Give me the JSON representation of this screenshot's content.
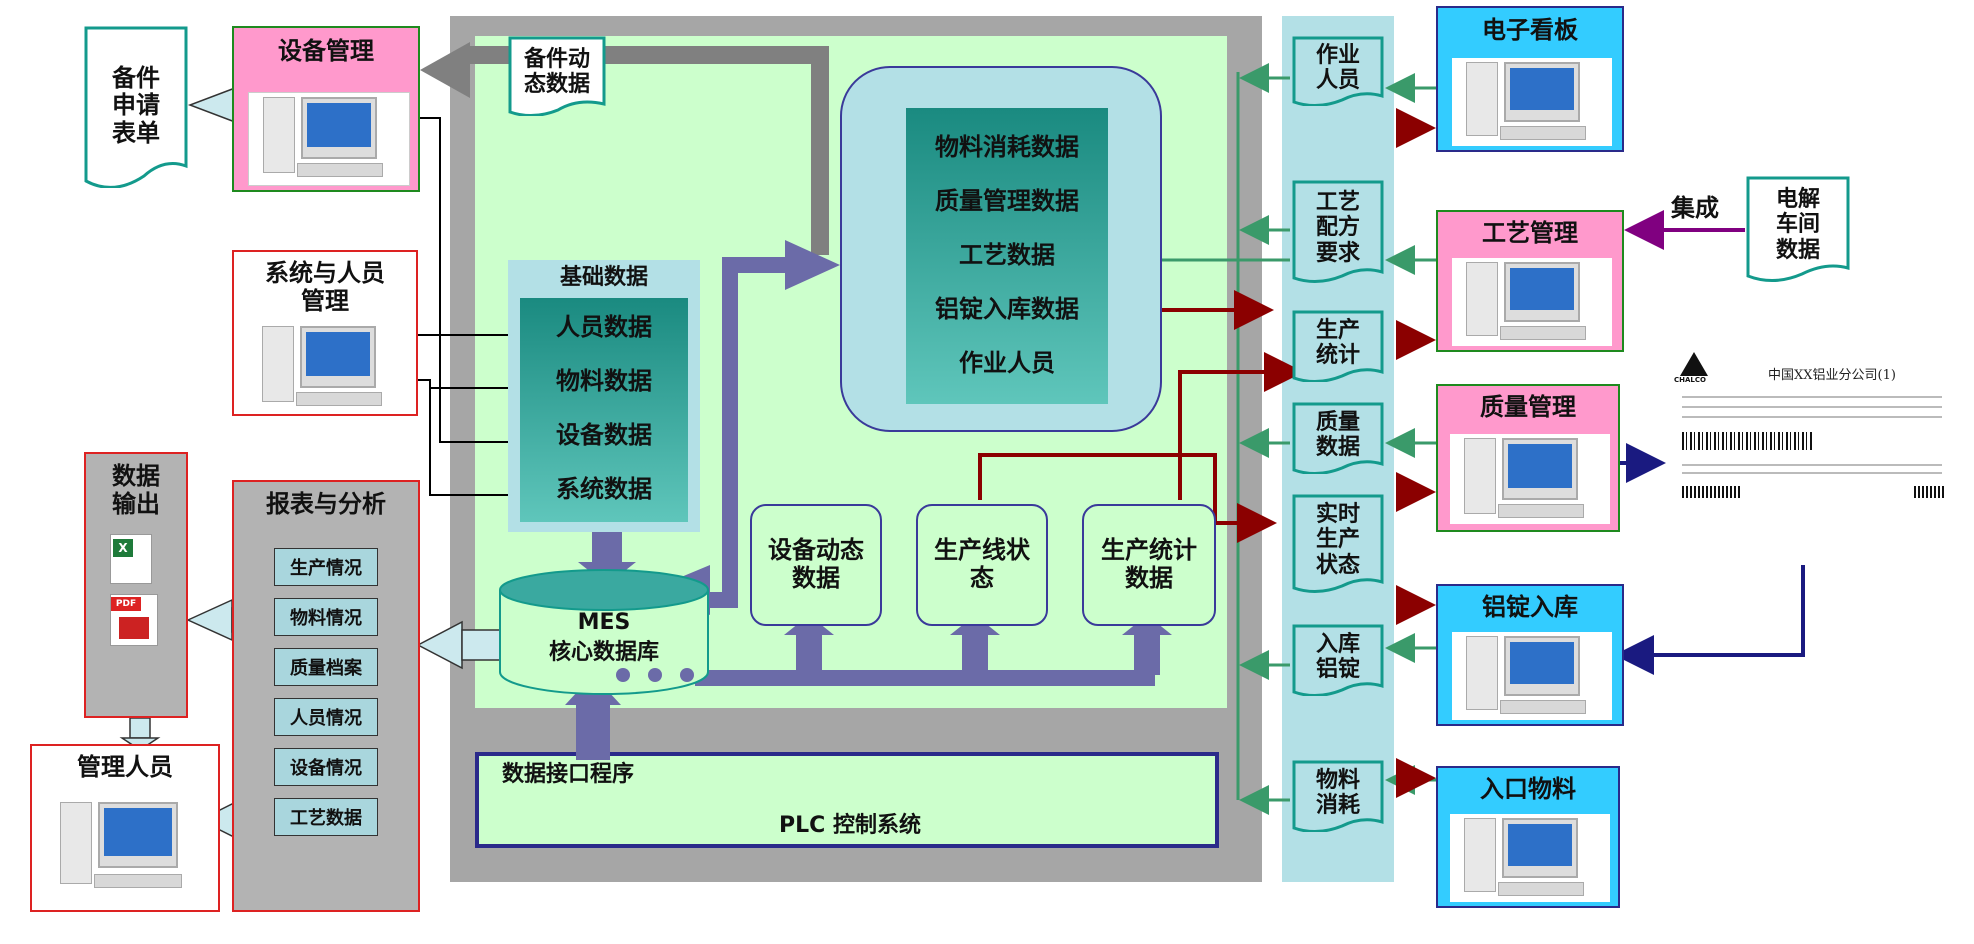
{
  "left": {
    "spare_form": "备件申请表单",
    "equipment_mgmt": "设备管理",
    "system_personnel": "系统与人员管理",
    "data_output": "数据输出",
    "managers": "管理人员",
    "report_title": "报表与分析",
    "report_items": [
      "生产情况",
      "物料情况",
      "质量档案",
      "人员情况",
      "设备情况",
      "工艺数据"
    ]
  },
  "center": {
    "spare_dynamic": "备件动态数据",
    "base_title": "基础数据",
    "base_items": [
      "人员数据",
      "物料数据",
      "设备数据",
      "系统数据"
    ],
    "core_items": [
      "物料消耗数据",
      "质量管理数据",
      "工艺数据",
      "铝锭入库数据",
      "作业人员"
    ],
    "db_line1": "MES",
    "db_line2": "核心数据库",
    "dyn_equipment": "设备动态数据",
    "line_status": "生产线状态",
    "prod_stats": "生产统计数据",
    "interface": "数据接口程序",
    "plc": "PLC 控制系统"
  },
  "bus": {
    "items": [
      "作业人员",
      "工艺配方要求",
      "生产统计",
      "质量数据",
      "实时生产状态",
      "入库铝锭",
      "物料消耗"
    ]
  },
  "right": {
    "kanban": "电子看板",
    "process_mgmt": "工艺管理",
    "quality_mgmt": "质量管理",
    "ingot_storage": "铝锭入库",
    "inlet_material": "入口物料",
    "integration": "集成",
    "electrolysis": "电解车间数据",
    "label_company": "中国XX铝业分公司(1)",
    "label_brand": "CHALCO"
  },
  "colors": {
    "frame_gray": "#a6a6a6",
    "inner_green": "#ccffcc",
    "teal": "#3aa9a0",
    "purple_arrow": "#6b6ba8",
    "bus_blue": "#b3e0e6",
    "pink": "#ff99cc",
    "cyan": "#33ccff",
    "dark_red": "#8b0000",
    "green_arrow": "#3a9a6a",
    "navy": "#1a1a80"
  }
}
